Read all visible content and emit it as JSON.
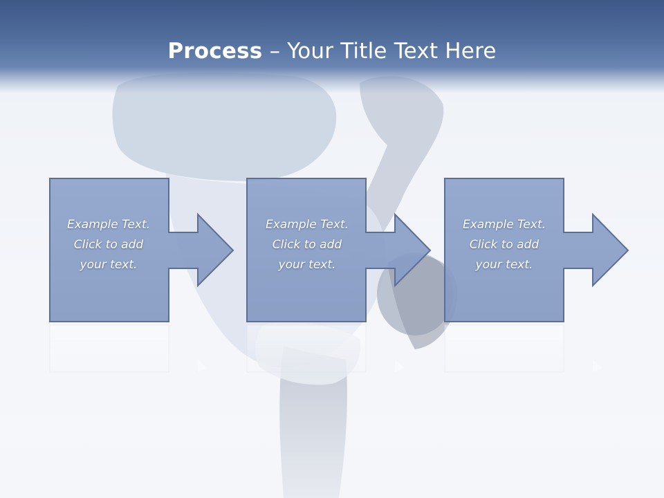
{
  "title": {
    "bold": "Process",
    "rest": " – Your Title Text Here"
  },
  "steps": [
    {
      "line1": "Example Text.",
      "line2": "Click  to add",
      "line3": "your text."
    },
    {
      "line1": "Example Text.",
      "line2": "Click  to add",
      "line3": "your text."
    },
    {
      "line1": "Example Text.",
      "line2": "Click  to add",
      "line3": "your text."
    }
  ],
  "colors": {
    "header": "#4a6594",
    "box_fill": "#8aa0c8",
    "box_stroke": "#5a6d90",
    "text": "#ffffff"
  }
}
